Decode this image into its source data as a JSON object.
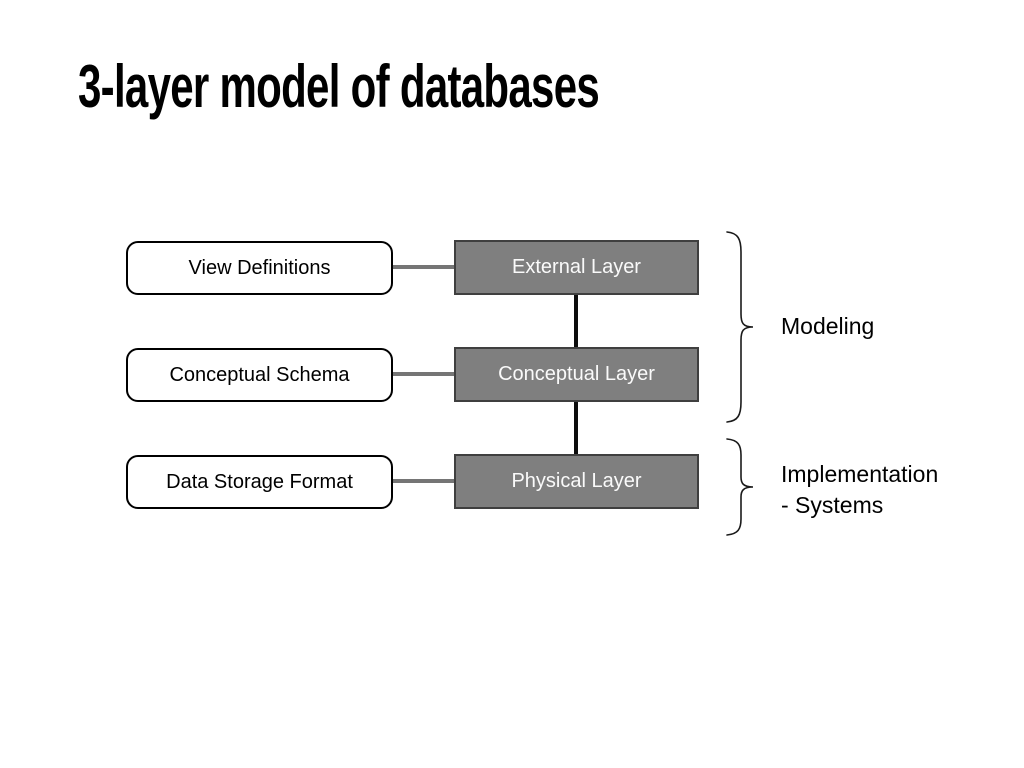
{
  "slide": {
    "title": "3-layer model of databases",
    "diagram": {
      "rows": [
        {
          "source": "View Definitions",
          "layer": "External Layer"
        },
        {
          "source": "Conceptual Schema",
          "layer": "Conceptual Layer"
        },
        {
          "source": "Data Storage Format",
          "layer": "Physical Layer"
        }
      ],
      "groups": [
        {
          "label_lines": [
            "Modeling"
          ]
        },
        {
          "label_lines": [
            "Implementation",
            "- Systems"
          ]
        }
      ],
      "icons": {
        "group_marker": "curly-brace-right"
      }
    },
    "colors": {
      "background": "#ffffff",
      "title_text": "#000000",
      "source_box_fill": "#ffffff",
      "source_box_border": "#000000",
      "source_box_text": "#000000",
      "layer_box_fill": "#7f7f7f",
      "layer_box_border": "#3f3f3f",
      "layer_box_text": "#fafafa",
      "connector_line": "#757575",
      "layer_link_line": "#0d0d0d",
      "brace_stroke": "#1a1a1a",
      "label_text": "#000000"
    }
  }
}
